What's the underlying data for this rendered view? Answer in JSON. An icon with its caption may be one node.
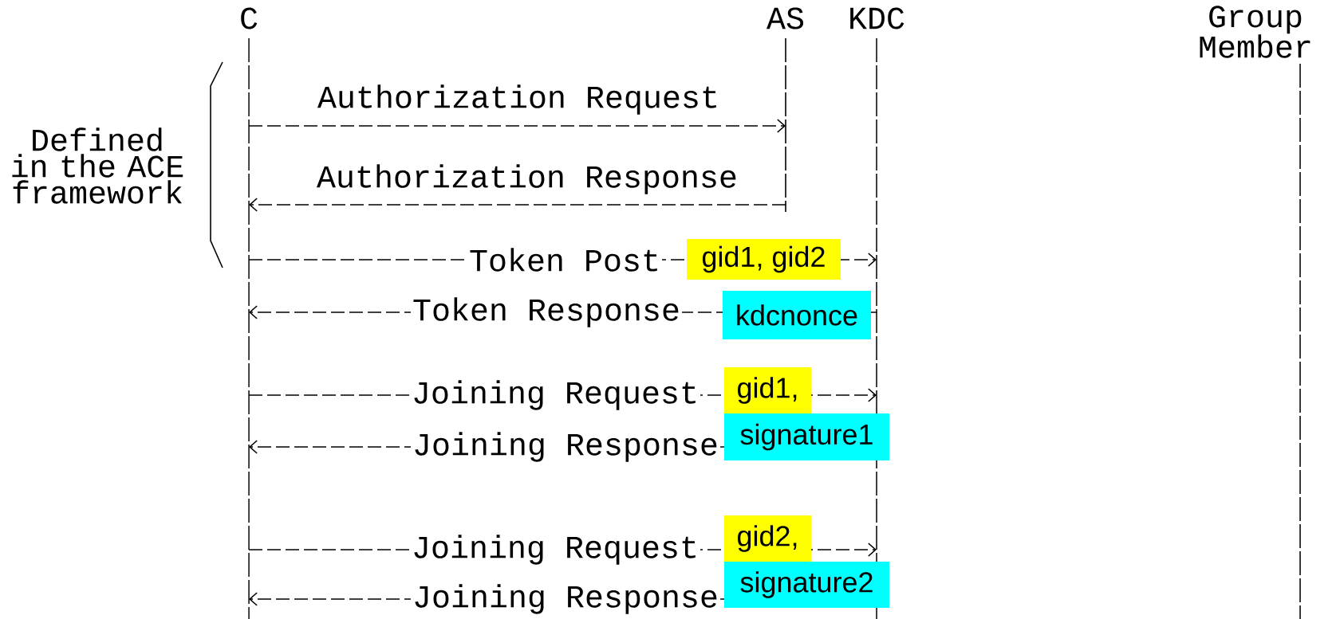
{
  "diagram": {
    "nodes": [
      {
        "text": [
          "C"
        ]
      },
      {
        "text": [
          "AS"
        ]
      },
      {
        "text": [
          "KDC"
        ]
      },
      {
        "text": [
          "Group Member"
        ]
      }
    ],
    "edges": [
      {
        "from": 0,
        "to": 1,
        "arrow": "to",
        "label": "Authorization Request"
      },
      {
        "from": 1,
        "to": 0,
        "arrow": "to",
        "label": "Authorization Response"
      },
      {
        "from": 0,
        "to": 2,
        "arrow": "to",
        "label": "Token Post"
      },
      {
        "from": 2,
        "to": 0,
        "arrow": "to",
        "label": "Token Response"
      },
      {
        "from": 0,
        "to": 2,
        "arrow": "to",
        "label": "Joining Request"
      },
      {
        "from": 2,
        "to": 0,
        "arrow": "to",
        "label": "Joining Response"
      },
      {
        "from": 0,
        "to": 2,
        "arrow": "to",
        "label": "Joining Request"
      },
      {
        "from": 2,
        "to": 0,
        "arrow": "to",
        "label": "Joining Response"
      }
    ],
    "labels": [
      "Defined in the ACE framework",
      "gid1, gid2",
      "kdcnonce",
      "gid1,",
      "signature1",
      "gid2,",
      "signature2"
    ]
  }
}
